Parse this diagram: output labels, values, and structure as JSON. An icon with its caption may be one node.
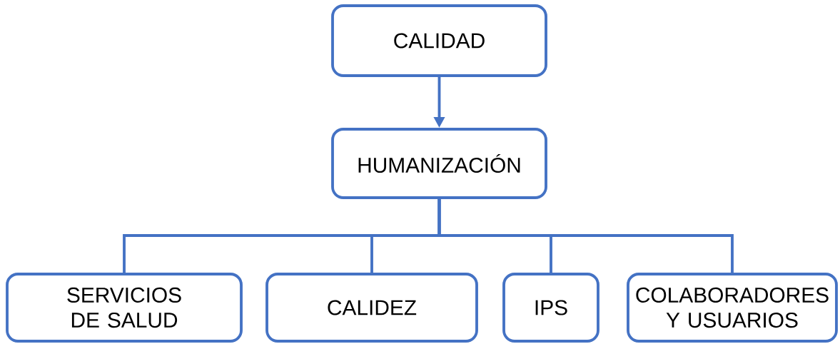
{
  "diagram": {
    "nodes": [
      {
        "text": [
          "CALIDAD"
        ]
      },
      {
        "text": [
          "HUMANIZACIÓN"
        ]
      },
      {
        "text": [
          "SERVICIOS DE SALUD"
        ]
      },
      {
        "text": [
          "CALIDEZ"
        ]
      },
      {
        "text": [
          "IPS"
        ]
      },
      {
        "text": [
          "COLABORADORES Y USUARIOS"
        ]
      }
    ],
    "edges": [
      {
        "from": 0,
        "to": 1,
        "arrow": "to"
      },
      {
        "from": 1,
        "to": 2,
        "arrow": "none"
      },
      {
        "from": 1,
        "to": 3,
        "arrow": "none"
      },
      {
        "from": 1,
        "to": 4,
        "arrow": "none"
      },
      {
        "from": 1,
        "to": 5,
        "arrow": "none"
      }
    ]
  }
}
